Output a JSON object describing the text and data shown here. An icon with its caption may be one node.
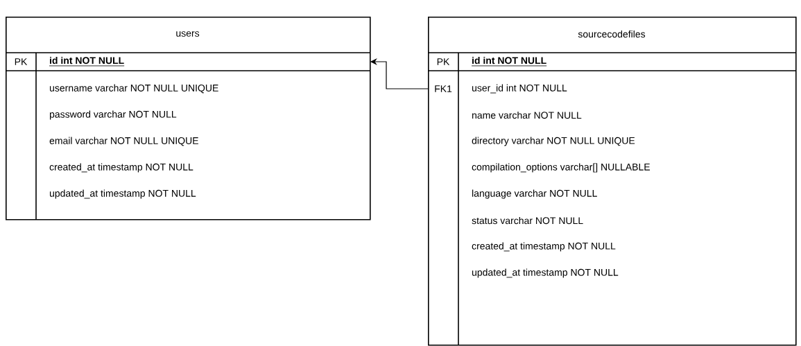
{
  "diagram": {
    "nodes": [
      {
        "text": [
          "users"
        ]
      },
      {
        "text": [
          "PK",
          "id int NOT NULL"
        ],
        "in": 0
      },
      {
        "text": [
          "username varchar NOT NULL UNIQUE"
        ],
        "in": 0
      },
      {
        "text": [
          "password varchar NOT NULL"
        ],
        "in": 0
      },
      {
        "text": [
          "email varchar NOT NULL UNIQUE"
        ],
        "in": 0
      },
      {
        "text": [
          "created_at timestamp NOT NULL"
        ],
        "in": 0
      },
      {
        "text": [
          "updated_at timestamp NOT NULL"
        ],
        "in": 0
      },
      {
        "text": [
          "sourcecodefiles"
        ]
      },
      {
        "text": [
          "PK",
          "id int NOT NULL"
        ],
        "in": 7
      },
      {
        "text": [
          "FK1",
          "user_id int NOT NULL"
        ],
        "in": 7
      },
      {
        "text": [
          "name varchar NOT NULL"
        ],
        "in": 7
      },
      {
        "text": [
          "directory varchar NOT NULL UNIQUE"
        ],
        "in": 7
      },
      {
        "text": [
          "compilation_options varchar[] NULLABLE"
        ],
        "in": 7
      },
      {
        "text": [
          "language varchar NOT NULL"
        ],
        "in": 7
      },
      {
        "text": [
          "status varchar NOT NULL"
        ],
        "in": 7
      },
      {
        "text": [
          "created_at timestamp NOT NULL"
        ],
        "in": 7
      },
      {
        "text": [
          "updated_at timestamp NOT NULL"
        ],
        "in": 7
      }
    ],
    "edges": [
      {
        "from": 9,
        "to": 1,
        "arrow": "to"
      }
    ]
  }
}
